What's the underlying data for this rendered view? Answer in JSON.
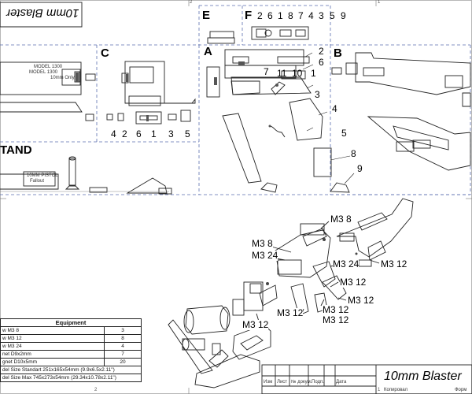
{
  "sheet": {
    "corner_title": "10mm Blaster",
    "frame_numbers": [
      "2",
      "1"
    ],
    "sections": {
      "a": "A",
      "b": "B",
      "c": "C",
      "e": "E",
      "f": "F",
      "stand": "TAND"
    },
    "part_numbers_f": [
      "2",
      "6",
      "1",
      "8",
      "7",
      "4",
      "3",
      "5",
      "9"
    ],
    "part_numbers_a": [
      "2",
      "6",
      "7",
      "11",
      "10",
      "1",
      "3",
      "4",
      "5",
      "8",
      "9"
    ],
    "part_numbers_c": [
      "4",
      "2",
      "6",
      "1",
      "3",
      "5"
    ],
    "model_plate": [
      "MODEL 1300",
      "MODEL 1300",
      "10mm Only"
    ],
    "stand_plate": [
      "10MM PISTOL",
      "Fallout"
    ]
  },
  "screw_labels": {
    "m3_8_top": "M3 8",
    "m3_8_left": "M3 8",
    "m3_24_left": "M3 24",
    "m3_24_mid": "M3 24",
    "m3_12_right": "M3 12",
    "m3_12_a": "M3 12",
    "m3_12_b": "M3 12",
    "m3_12_c": "M3 12",
    "m3_12_d": "M3 12",
    "m3_12_e": "M3 12",
    "m3_12_f": "M3 12"
  },
  "equipment": {
    "title": "Equipment",
    "rows": [
      {
        "name": "w M3 8",
        "qty": "3"
      },
      {
        "name": "w M3 12",
        "qty": "8"
      },
      {
        "name": "w M3 24",
        "qty": "4"
      },
      {
        "name": "net D9x2mm",
        "qty": "7"
      },
      {
        "name": "gnet D10x5mm",
        "qty": "20"
      },
      {
        "name": "del Size Standart 251x165x54mm (9.9x6.5x2.11\")",
        "qty": ""
      },
      {
        "name": "del Size Max 745x273x54mm (29.34x10.78x2.11\")",
        "qty": ""
      }
    ]
  },
  "title_block": {
    "title": "10mm Blaster",
    "columns": [
      "Изм",
      "Лист",
      "№ докум.",
      "Подп.",
      "Дата"
    ],
    "copied": "Копировал",
    "format": "Форм"
  },
  "colors": {
    "line": "#222222",
    "frame_dash": "#5b6fb0",
    "paper": "#ffffff"
  }
}
